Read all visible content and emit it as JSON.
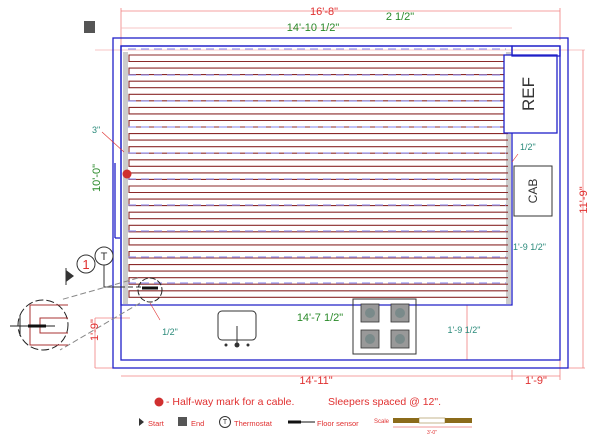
{
  "dimensions": {
    "overall_width": "16'-8\"",
    "heated_width": "14'-10 1/2\"",
    "top_gap": "2 1/2\"",
    "left_offset": "3\"",
    "heated_depth": "10'-0\"",
    "overall_depth": "11'-9\"",
    "ref_gap": "1/2\"",
    "right_gap": "1'-9 1/2\"",
    "bottom_heated_width": "14'-7 1/2\"",
    "bottom_gap": "1'-9 1/2\"",
    "sensor_gap": "1/2\"",
    "bottom_depth": "1'-9\"",
    "bottom_width": "14'-11\"",
    "bottom_right": "1'-9\""
  },
  "fixtures": {
    "ref": "REF",
    "cab": "CAB"
  },
  "markers": {
    "circuit_number": "1",
    "thermostat": "T"
  },
  "notes": {
    "halfway": "- Half-way mark for a cable.",
    "sleepers": "Sleepers spaced @ 12\"."
  },
  "legend": {
    "start": "Start",
    "end": "End",
    "thermostat": "Thermostat",
    "floor_sensor": "Floor sensor",
    "scale": "Scale",
    "scale_value": "3'-0\""
  },
  "colors": {
    "cable": "#8b2a2a",
    "wall": "#2020c8",
    "dim_red": "#e03030",
    "dim_green": "#2a8a2a"
  }
}
